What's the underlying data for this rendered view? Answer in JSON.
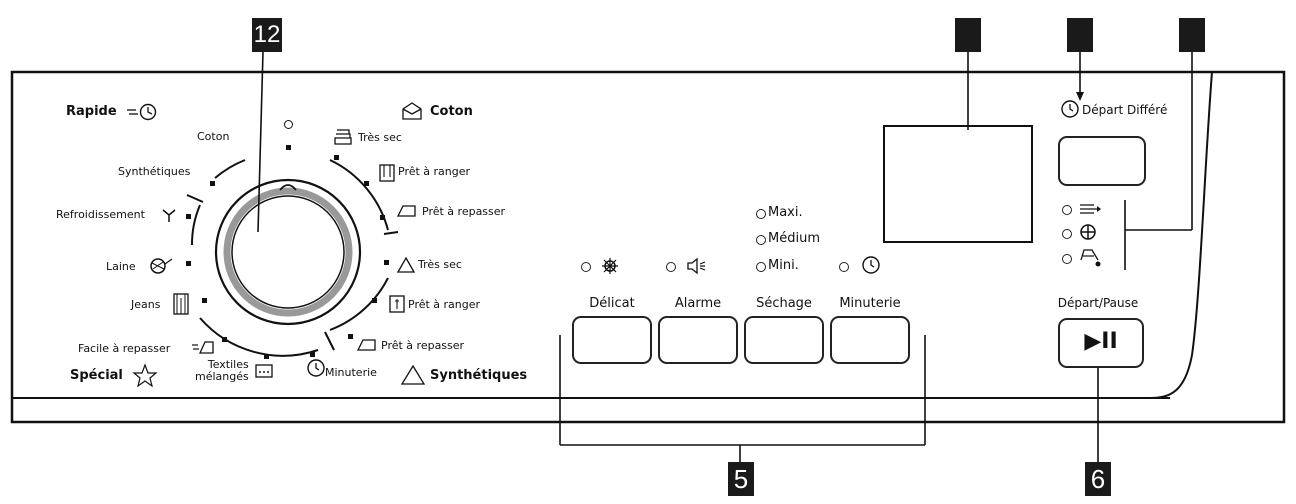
{
  "callouts": {
    "knob": "12",
    "bottom_group": "5",
    "start_pause": "6"
  },
  "programs": {
    "group_rapide": "Rapide",
    "group_coton": "Coton",
    "group_special": "Spécial",
    "group_synthetiques": "Synthétiques",
    "left": [
      "Coton",
      "Synthétiques",
      "Refroidissement",
      "Laine",
      "Jeans",
      "Facile à repasser"
    ],
    "bottom_textiles_1": "Textiles",
    "bottom_textiles_2": "mélangés",
    "bottom_minuterie": "Minuterie",
    "right": [
      "Très sec",
      "Prêt à ranger",
      "Prêt à repasser",
      "Très sec",
      "Prêt à ranger",
      "Prêt à repasser"
    ]
  },
  "dryness": {
    "maxi": "Maxi.",
    "medium": "Médium",
    "mini": "Mini."
  },
  "buttons": {
    "delicat": "Délicat",
    "alarme": "Alarme",
    "sechage": "Séchage",
    "minuterie": "Minuterie",
    "depart_pause": "Départ/Pause",
    "depart_differe": "Départ Différé",
    "play_pause_symbol": "▶II"
  },
  "colors": {
    "panel_border": "#111111",
    "knob_ring": "#999999",
    "callout_bg": "#1a1a1a"
  }
}
